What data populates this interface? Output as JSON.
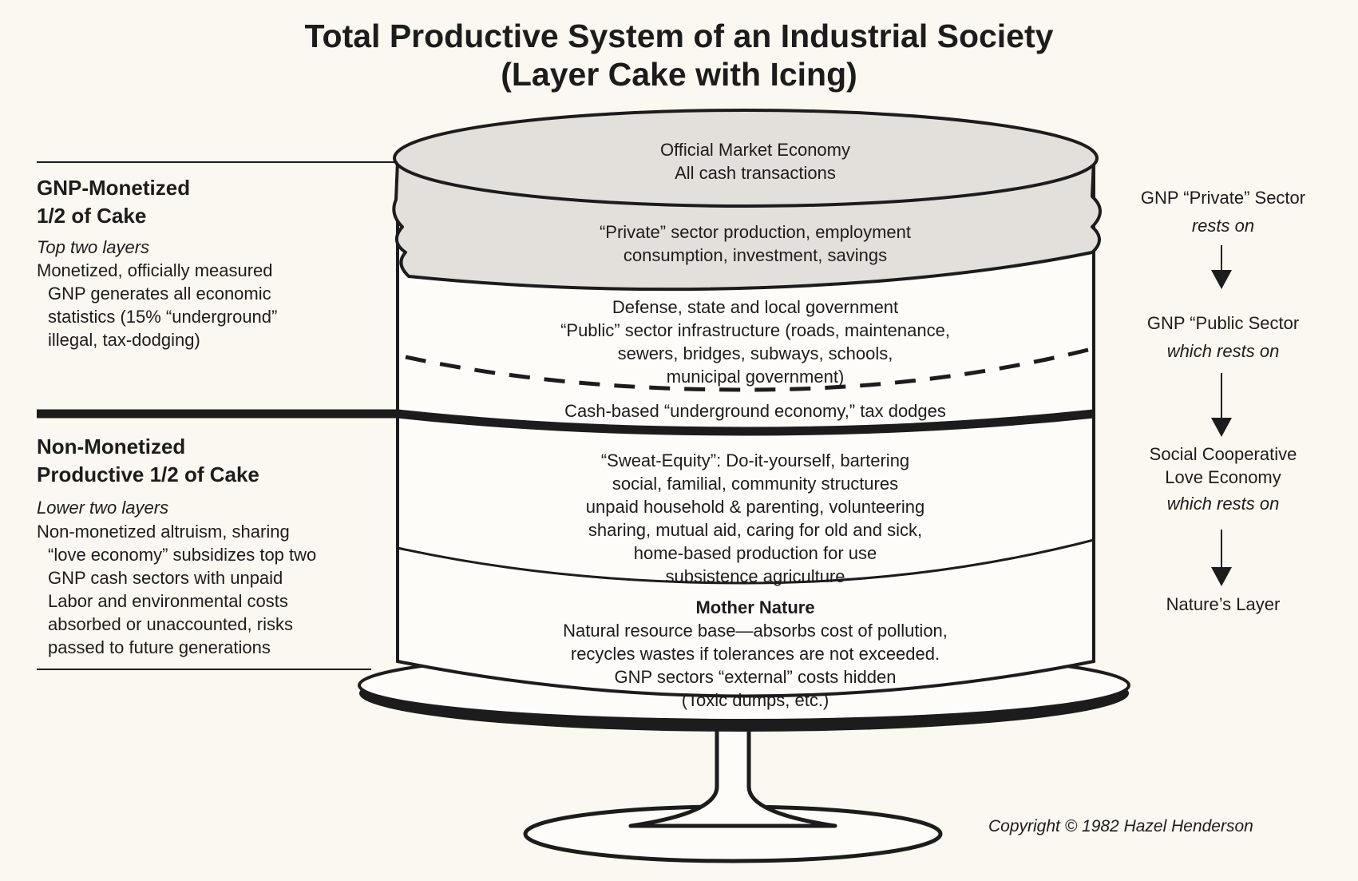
{
  "title": {
    "line1": "Total Productive System of an Industrial Society",
    "line2": "(Layer Cake with Icing)"
  },
  "left": {
    "monetized": {
      "heading1": "GNP-Monetized",
      "heading2": "1/2 of Cake",
      "subheading": "Top two layers",
      "lines": [
        "Monetized, officially measured",
        "GNP generates all economic",
        "statistics (15% “underground”",
        "illegal, tax-dodging)"
      ]
    },
    "non_monetized": {
      "heading1": "Non-Monetized",
      "heading2": "Productive 1/2 of Cake",
      "subheading": "Lower two layers",
      "lines": [
        "Non-monetized altruism, sharing",
        "“love economy” subsidizes top two",
        "GNP cash sectors with unpaid",
        "Labor and environmental costs",
        "absorbed or unaccounted, risks",
        "passed to future generations"
      ]
    }
  },
  "cake": {
    "icing": {
      "line1": "Official Market Economy",
      "line2": "All cash transactions",
      "line3": "“Private” sector production, employment",
      "line4": "consumption, investment, savings"
    },
    "public": {
      "lines": [
        "Defense, state and local government",
        "“Public” sector infrastructure (roads, maintenance,",
        "sewers, bridges, subways, schools,",
        "municipal government)"
      ],
      "underground": "Cash-based “underground economy,” tax dodges"
    },
    "love": {
      "lines": [
        "“Sweat-Equity”:  Do-it-yourself, bartering",
        "social, familial, community structures",
        "unpaid household & parenting, volunteering",
        "sharing,  mutual aid, caring for old and sick,",
        "home-based production for use",
        "subsistence agriculture"
      ]
    },
    "nature": {
      "heading": "Mother Nature",
      "lines": [
        "Natural resource base—absorbs cost of pollution,",
        "recycles wastes if  tolerances are not exceeded.",
        "GNP sectors “external” costs hidden",
        "(Toxic dumps, etc.)"
      ]
    }
  },
  "right": {
    "private": {
      "line1": "GNP “Private” Sector",
      "line2": "rests on"
    },
    "public": {
      "line1": "GNP “Public Sector",
      "line2": "which rests on"
    },
    "love": {
      "line1": "Social Cooperative",
      "line2": "Love Economy",
      "line3": "which rests on"
    },
    "nature": {
      "line1": "Nature’s Layer"
    }
  },
  "copyright": "Copyright © 1982 Hazel Henderson",
  "colors": {
    "background": "#fbf8f1",
    "ink": "#1c1c1c",
    "icing": "#e3e0dc",
    "cake": "#fdfcf8"
  }
}
